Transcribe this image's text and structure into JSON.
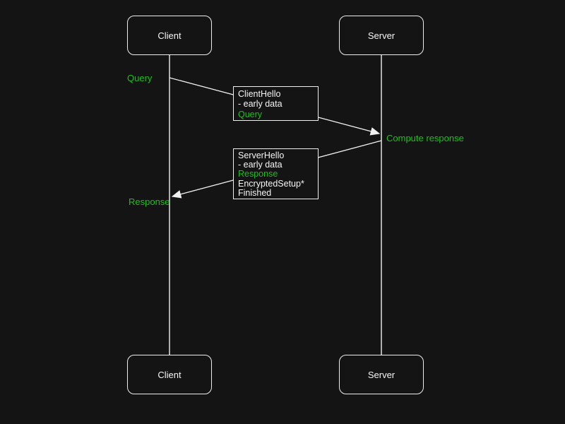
{
  "diagram": {
    "type": "sequence-diagram",
    "colors": {
      "background": "#141414",
      "foreground": "#f5f5f5",
      "stroke": "#f0f0f0",
      "highlight": "#16c316"
    },
    "actors": {
      "client": "Client",
      "server": "Server"
    },
    "labels": {
      "query": {
        "text": "Query",
        "color": "#16c316"
      },
      "compute": {
        "text": "Compute response",
        "color": "#16c316"
      },
      "response": {
        "text": "Response",
        "color": "#16c316"
      }
    },
    "notes": {
      "client_hello": {
        "lines": [
          {
            "text": "ClientHello",
            "color": "#f5f5f5"
          },
          {
            "text": "- early data",
            "color": "#f5f5f5"
          },
          {
            "text": "Query",
            "color": "#16c316"
          }
        ]
      },
      "server_hello": {
        "lines": [
          {
            "text": "ServerHello",
            "color": "#f5f5f5"
          },
          {
            "text": "- early data",
            "color": "#f5f5f5"
          },
          {
            "text": "Response",
            "color": "#16c316"
          },
          {
            "text": "EncryptedSetup*",
            "color": "#f5f5f5"
          },
          {
            "text": "Finished",
            "color": "#f5f5f5"
          }
        ]
      }
    }
  }
}
